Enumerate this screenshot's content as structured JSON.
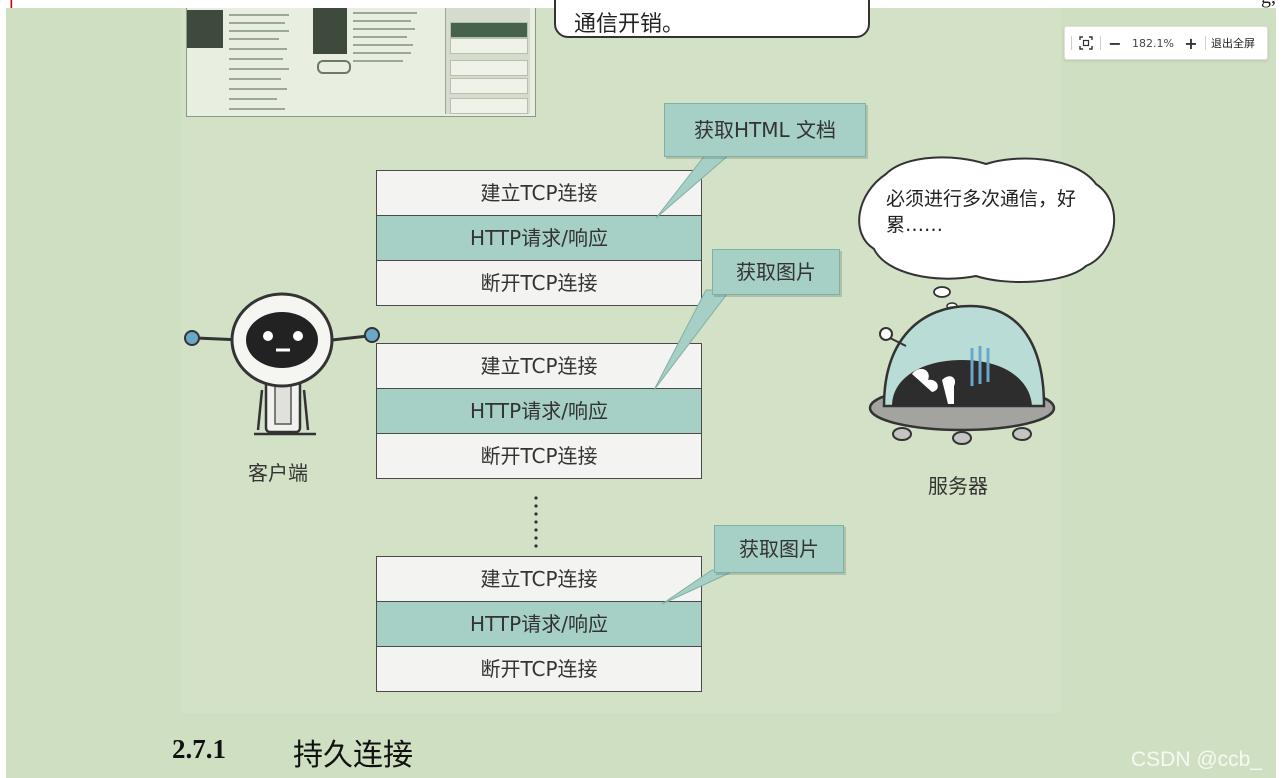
{
  "top_strip": {
    "left_text": "上",
    "right_text": "g,"
  },
  "figure": {
    "top_bubble_text": "通信开销。",
    "stacks": [
      {
        "rows": [
          "建立TCP连接",
          "HTTP请求/响应",
          "断开TCP连接"
        ],
        "label": "获取HTML 文档"
      },
      {
        "rows": [
          "建立TCP连接",
          "HTTP请求/响应",
          "断开TCP连接"
        ],
        "label": "获取图片"
      },
      {
        "rows": [
          "建立TCP连接",
          "HTTP请求/响应",
          "断开TCP连接"
        ],
        "label": "获取图片"
      }
    ],
    "client_label": "客户端",
    "server_label": "服务器",
    "server_thought": "必须进行多次通信，好累……"
  },
  "section": {
    "number": "2.7.1",
    "title": "持久连接"
  },
  "watermark": "CSDN @ccb_",
  "viewer_toolbar": {
    "zoom": "182.1%",
    "exit_label": "退出全屏"
  }
}
